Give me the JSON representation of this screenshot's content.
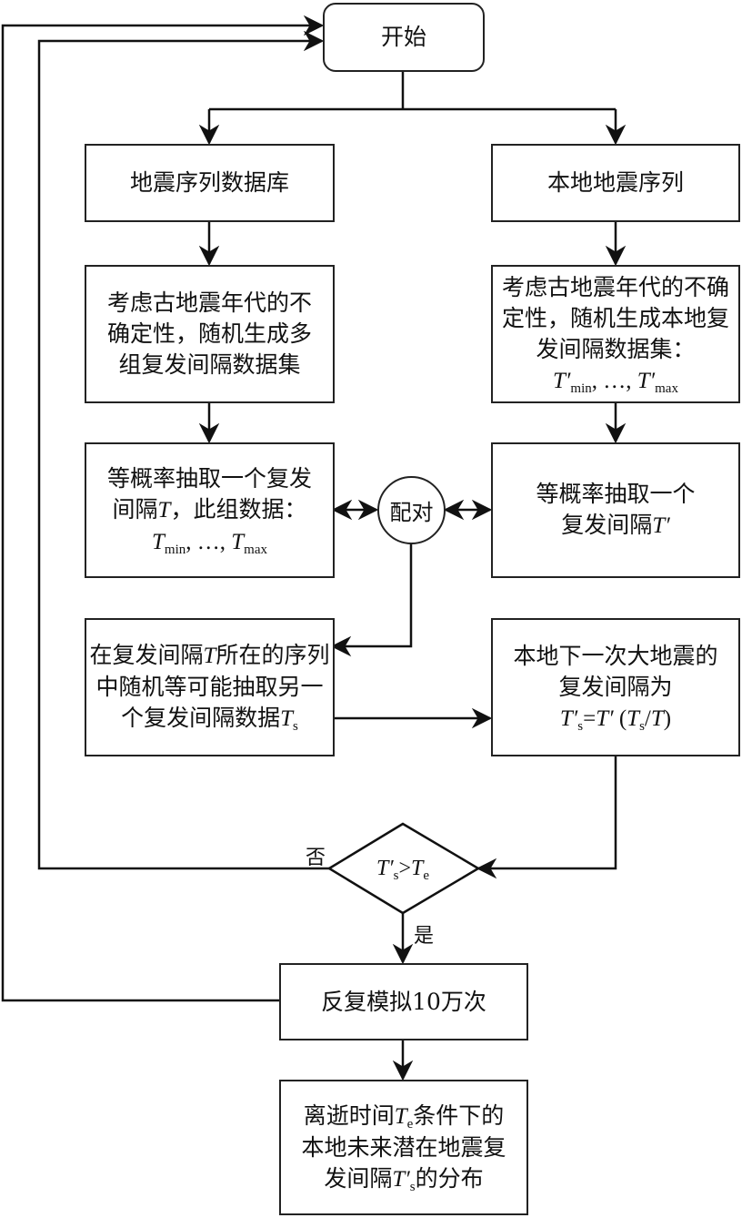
{
  "title": "Earthquake recurrence interval Monte Carlo flowchart",
  "nodes": {
    "start": "开始",
    "database": "地震序列数据库",
    "local_sequence": "本地地震序列",
    "gen_groups": "考虑古地震年代的不确定性，随机生成多组复发间隔数据集",
    "gen_local_prefix": "考虑古地震年代的不确定性，随机生成本地复发间隔数据集：",
    "gen_local_math": "T′min, …, T′max",
    "draw_T_prefix": "等概率抽取一个复发间隔T，此组数据：",
    "draw_T_math": "Tmin, …, Tmax",
    "pair": "配对",
    "draw_Tprime": "等概率抽取一个复发间隔T′",
    "draw_Ts": "在复发间隔T所在的序列中随机等可能抽取另一个复发间隔数据Ts",
    "next_quake_prefix": "本地下一次大地震的复发间隔为",
    "next_quake_formula": "T′s = T′ (Ts/T)",
    "decision": "T′s > Te",
    "repeat": "反复模拟10万次",
    "result": "离逝时间Te条件下的本地未来潜在地震复发间隔T′s的分布"
  },
  "edge_labels": {
    "no": "否",
    "yes": "是"
  }
}
